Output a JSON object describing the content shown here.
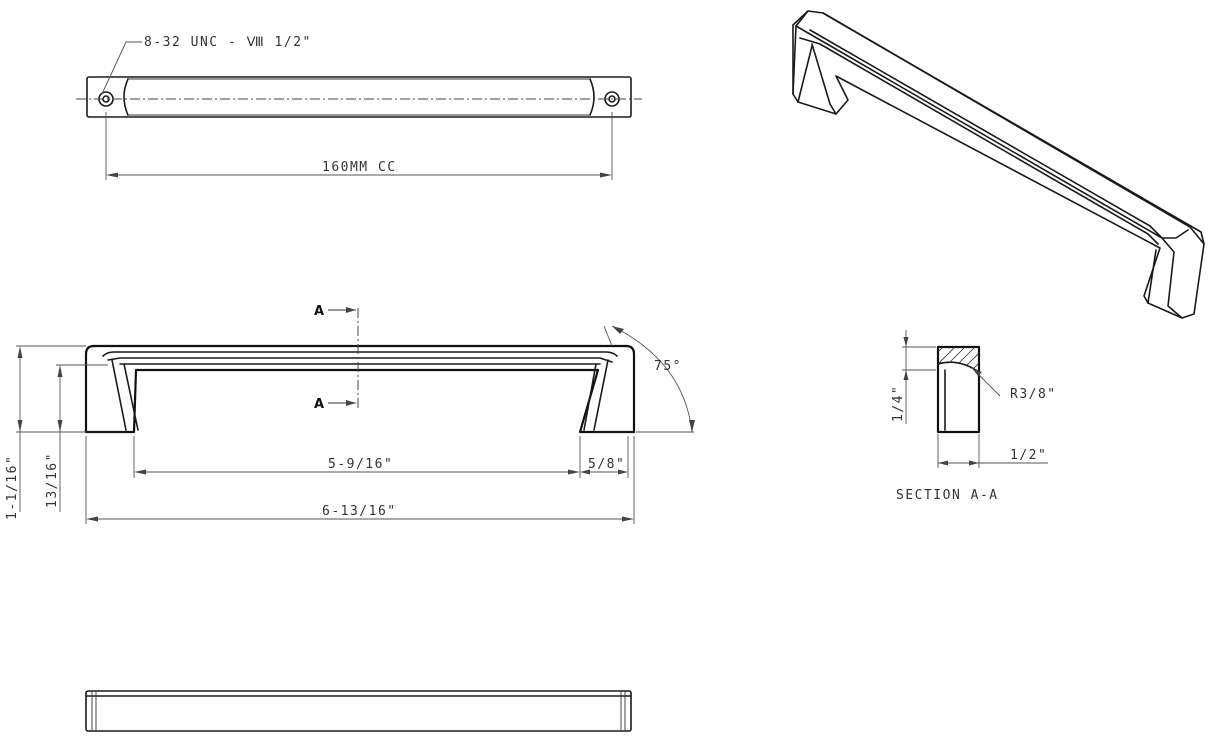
{
  "labels": {
    "thread_callout": "8-32 UNC - Ⅷ 1/2\"",
    "center_to_center": "160MM CC",
    "inner_span": "5-9/16\"",
    "foot_width": "5/8\"",
    "overall_length": "6-13/16\"",
    "overall_height": "1-1/16\"",
    "foot_height": "13/16\"",
    "angle": "75°",
    "section_marker_top": "A",
    "section_marker_bottom": "A",
    "radius": "R3/8\"",
    "section_height": "1/4\"",
    "section_width": "1/2\"",
    "section_title": "SECTION  A-A"
  },
  "colors": {
    "line": "#1a1a1a",
    "dimension": "#555555",
    "background": "#ffffff"
  }
}
